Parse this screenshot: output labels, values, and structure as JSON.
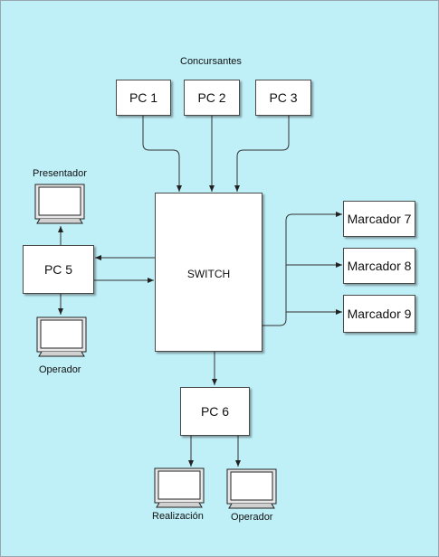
{
  "labels": {
    "contestants": "Concursantes",
    "presenter": "Presentador",
    "operator_left": "Operador",
    "realization": "Realización",
    "operator_bottom": "Operador"
  },
  "nodes": {
    "pc1": "PC 1",
    "pc2": "PC 2",
    "pc3": "PC 3",
    "pc5": "PC 5",
    "pc6": "PC 6",
    "switch": "SWITCH",
    "marcador7": "Marcador 7",
    "marcador8": "Marcador 8",
    "marcador9": "Marcador 9"
  },
  "icons": {
    "monitor": "monitor-icon"
  },
  "colors": {
    "background": "#bfeff7",
    "box": "#ffffff",
    "line": "#333333"
  }
}
